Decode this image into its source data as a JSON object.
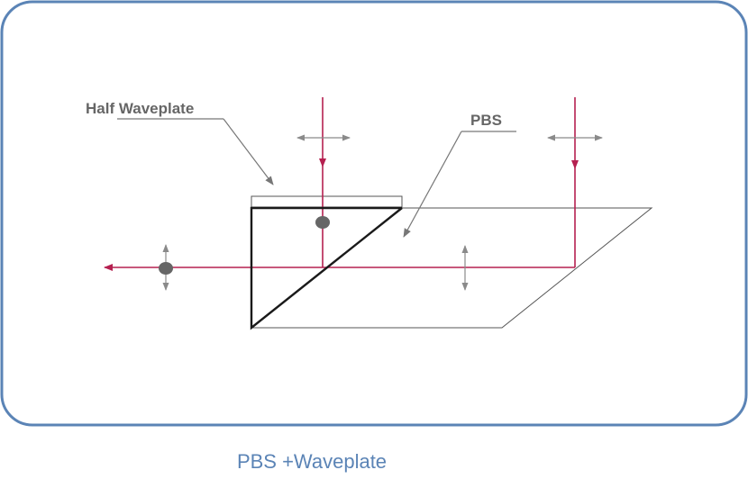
{
  "labels": {
    "half_waveplate": "Half Waveplate",
    "pbs": "PBS"
  },
  "caption": "PBS +Waveplate",
  "colors": {
    "frame": "#5b84b6",
    "beam": "#b52050",
    "label": "#666666",
    "leader": "#777777",
    "polarization_arrow": "#8a8a8a",
    "polarization_dot": "#666666",
    "cube_edge": "#1a1a1a",
    "plate_edge": "#555555",
    "caption": "#5b84b6"
  }
}
